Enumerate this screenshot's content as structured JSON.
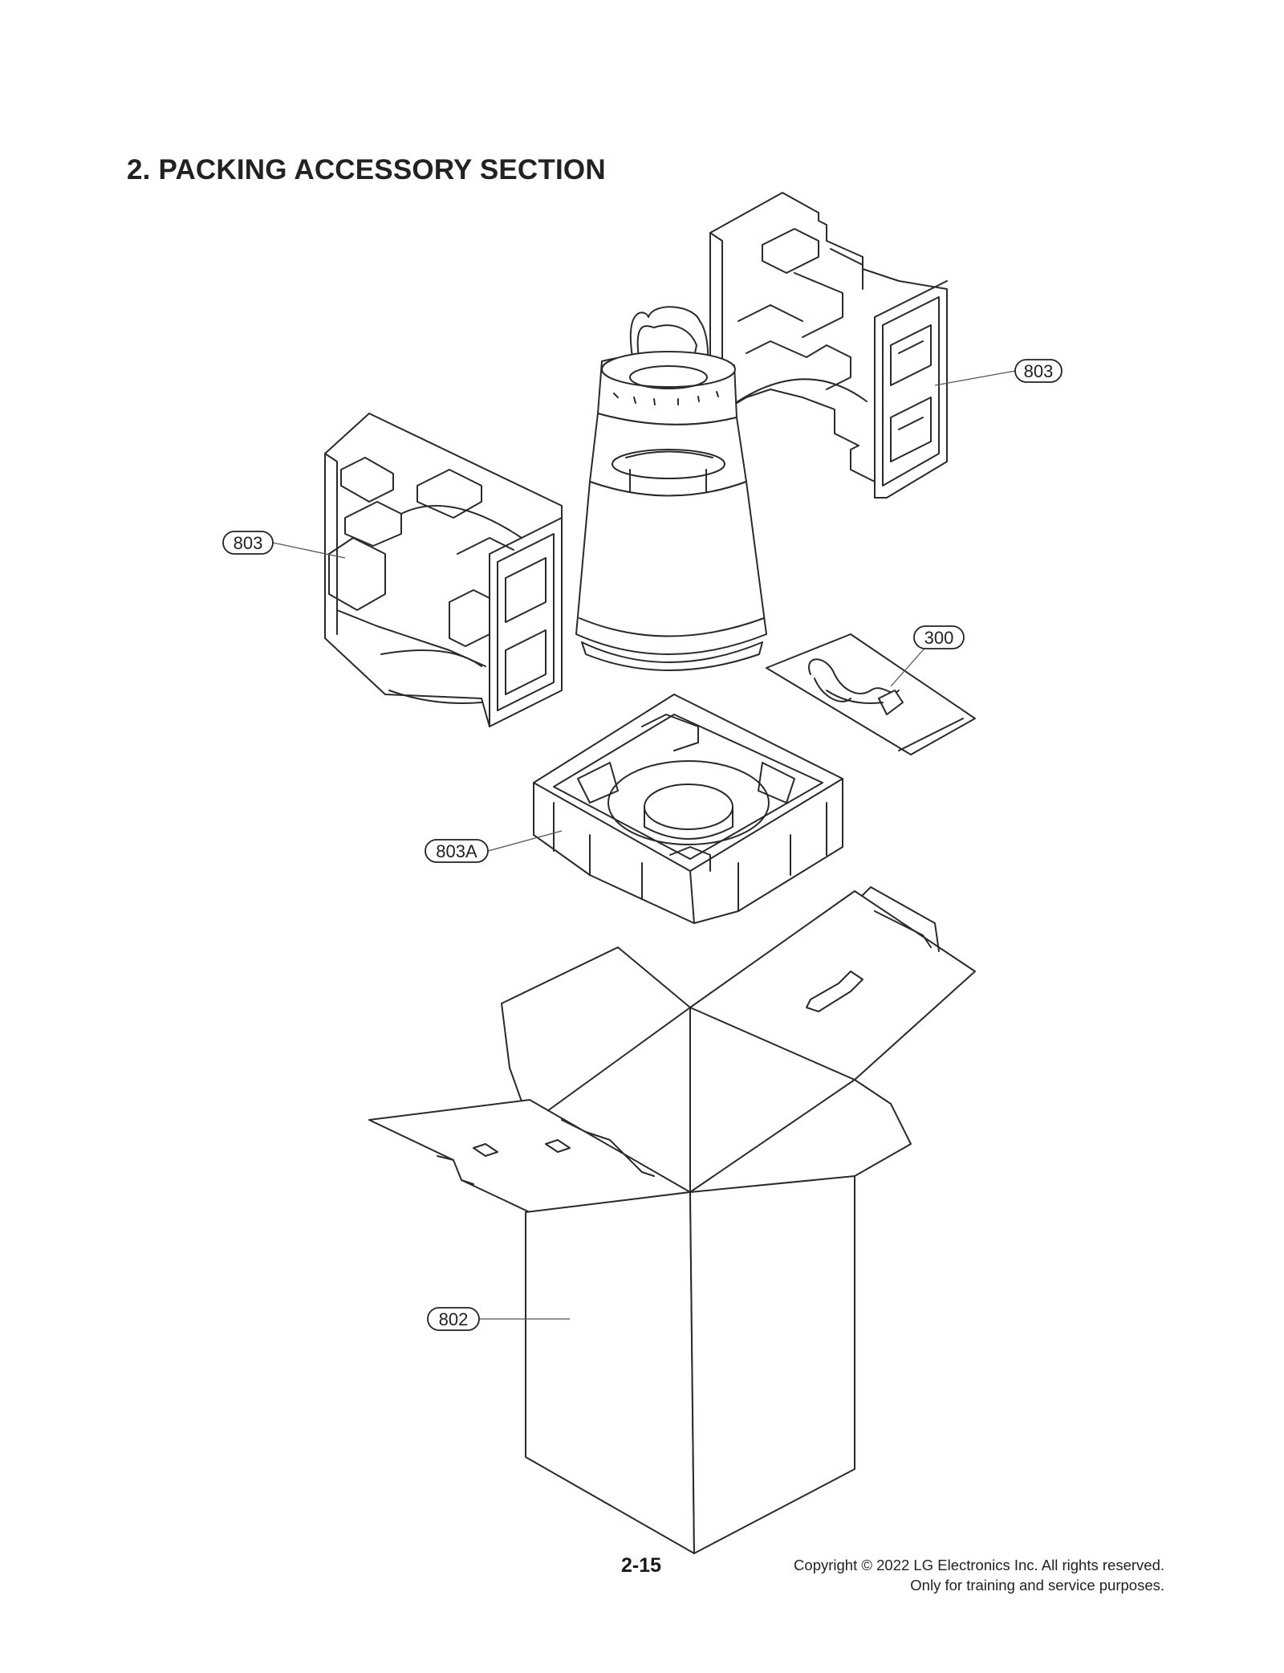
{
  "section_title": "2. PACKING ACCESSORY SECTION",
  "callouts": {
    "packing_right": "803",
    "packing_left": "803",
    "cable": "300",
    "tray": "803A",
    "box": "802"
  },
  "footer": {
    "page_number": "2-15",
    "copyright_line1": "Copyright © 2022 LG Electronics Inc. All rights reserved.",
    "copyright_line2": "Only for training and service purposes."
  }
}
